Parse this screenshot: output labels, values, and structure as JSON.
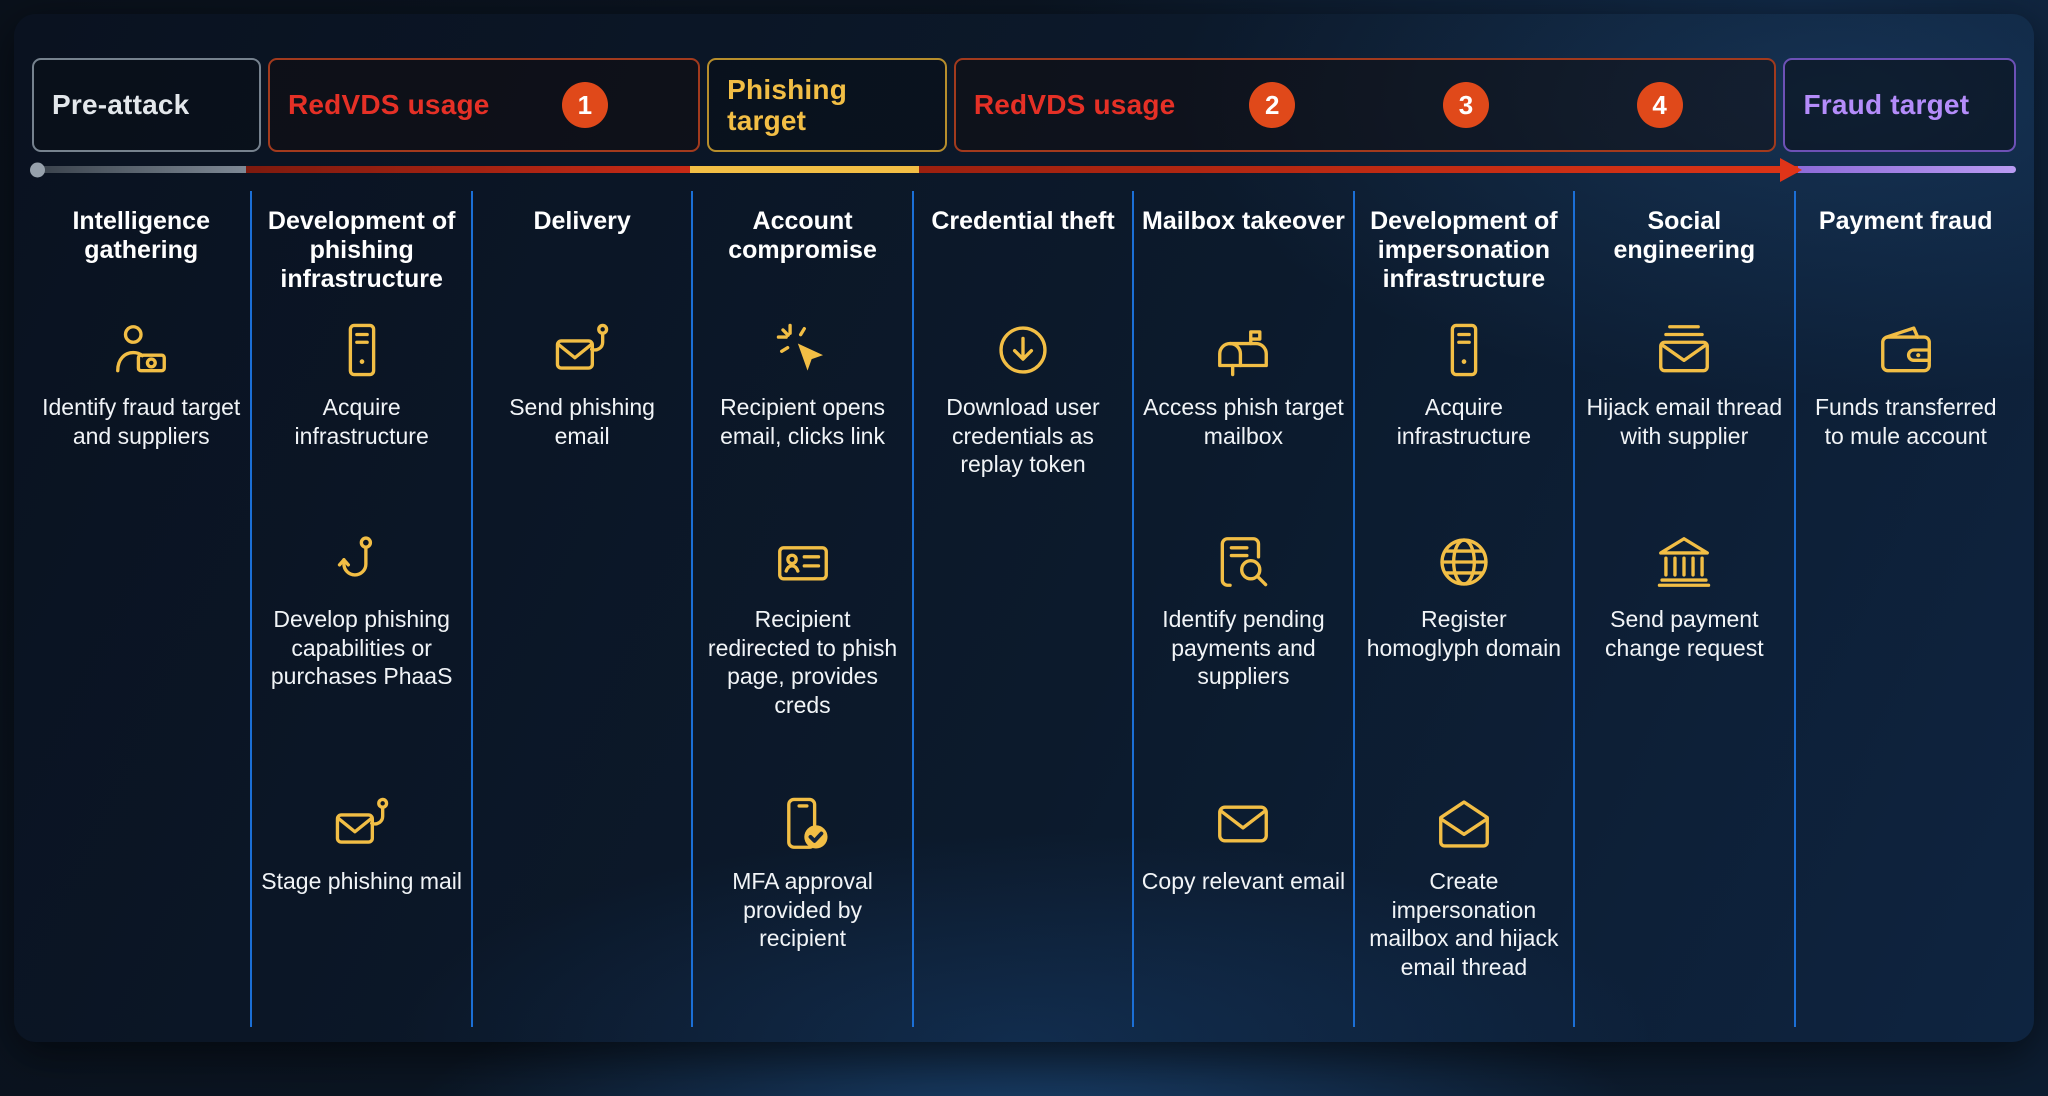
{
  "colors": {
    "gold": "#F2BE45",
    "red": "#E53026",
    "badge": "#E0491A",
    "purple": "#B48CFA",
    "blue_divider": "#1B6FD6",
    "gray": "#97A1AC"
  },
  "phases": [
    {
      "id": "pre-attack",
      "label": "Pre-attack",
      "style": "gray",
      "badges": []
    },
    {
      "id": "redvds-1",
      "label": "RedVDS usage",
      "style": "red",
      "badges": [
        "1"
      ]
    },
    {
      "id": "phishing-target",
      "label": "Phishing target",
      "style": "gold",
      "badges": []
    },
    {
      "id": "redvds-2",
      "label": "RedVDS usage",
      "style": "red",
      "badges": [
        "2",
        "3",
        "4"
      ]
    },
    {
      "id": "fraud-target",
      "label": "Fraud target",
      "style": "purple",
      "badges": []
    }
  ],
  "columns": [
    {
      "header": "Intelligence gathering",
      "items": [
        {
          "icon": "person-money",
          "label": "Identify fraud target and suppliers",
          "row": 1
        }
      ]
    },
    {
      "header": "Development of phishing infrastructure",
      "items": [
        {
          "icon": "server",
          "label": "Acquire infrastructure",
          "row": 1
        },
        {
          "icon": "hook",
          "label": "Develop phishing capabilities or purchases PhaaS",
          "row": 2
        },
        {
          "icon": "mail-hook",
          "label": "Stage phishing mail",
          "row": 3
        }
      ]
    },
    {
      "header": "Delivery",
      "items": [
        {
          "icon": "mail-hook",
          "label": "Send phishing email",
          "row": 1
        }
      ]
    },
    {
      "header": "Account compromise",
      "items": [
        {
          "icon": "cursor-click",
          "label": "Recipient opens email, clicks link",
          "row": 1
        },
        {
          "icon": "id-card",
          "label": "Recipient redirected to phish page, provides creds",
          "row": 2
        },
        {
          "icon": "phone-check",
          "label": "MFA approval provided by recipient",
          "row": 3
        }
      ]
    },
    {
      "header": "Credential theft",
      "items": [
        {
          "icon": "download",
          "label": "Download user credentials as replay token",
          "row": 1
        }
      ]
    },
    {
      "header": "Mailbox takeover",
      "items": [
        {
          "icon": "mailbox",
          "label": "Access phish target mailbox",
          "row": 1
        },
        {
          "icon": "doc-search",
          "label": "Identify pending payments and suppliers",
          "row": 2
        },
        {
          "icon": "envelope",
          "label": "Copy relevant email",
          "row": 3
        }
      ]
    },
    {
      "header": "Development of impersonation infrastructure",
      "items": [
        {
          "icon": "server",
          "label": "Acquire infrastructure",
          "row": 1
        },
        {
          "icon": "globe",
          "label": "Register homoglyph domain",
          "row": 2
        },
        {
          "icon": "envelope-open",
          "label": "Create impersonation mailbox and hijack email thread",
          "row": 3
        }
      ]
    },
    {
      "header": "Social engineering",
      "items": [
        {
          "icon": "mail-stack",
          "label": "Hijack email thread with supplier",
          "row": 1
        },
        {
          "icon": "bank",
          "label": "Send payment change request",
          "row": 2
        }
      ]
    },
    {
      "header": "Payment fraud",
      "items": [
        {
          "icon": "wallet",
          "label": "Funds transferred to mule account",
          "row": 1
        }
      ]
    }
  ]
}
